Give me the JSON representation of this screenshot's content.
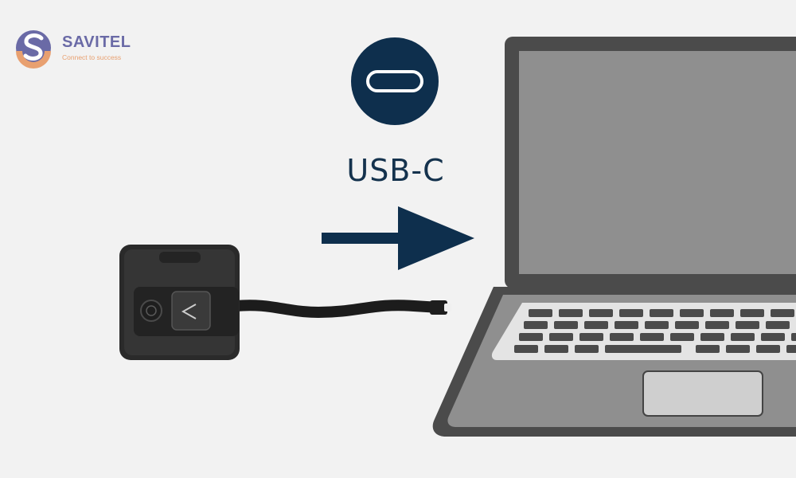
{
  "brand": {
    "name": "SAVITEL",
    "tagline": "Connect to success",
    "colors": {
      "primary": "#6a6aa6",
      "accent": "#e8a070"
    }
  },
  "connector": {
    "label": "USB-C",
    "icon": "usb-c-port-icon",
    "color": "#0e2f4d"
  },
  "devices": {
    "dongle": "wireless-presentation-dongle",
    "target": "laptop"
  }
}
